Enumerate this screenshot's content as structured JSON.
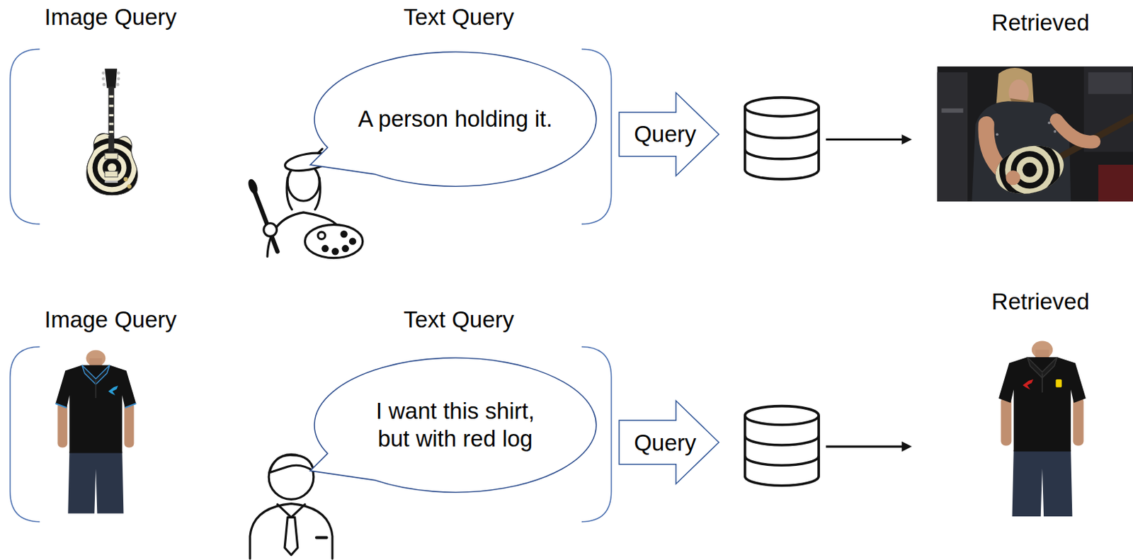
{
  "diagram": {
    "nodes": [
      {
        "text": [
          "A person holding it."
        ]
      },
      {
        "text": [
          "Query"
        ]
      },
      {
        "text": [
          "I want this shirt, but with red log"
        ]
      },
      {
        "text": [
          "Query"
        ]
      }
    ],
    "labels": [
      "Image Query",
      "Text Query",
      "Retrieved",
      "Image Query",
      "Text Query",
      "Retrieved"
    ]
  }
}
